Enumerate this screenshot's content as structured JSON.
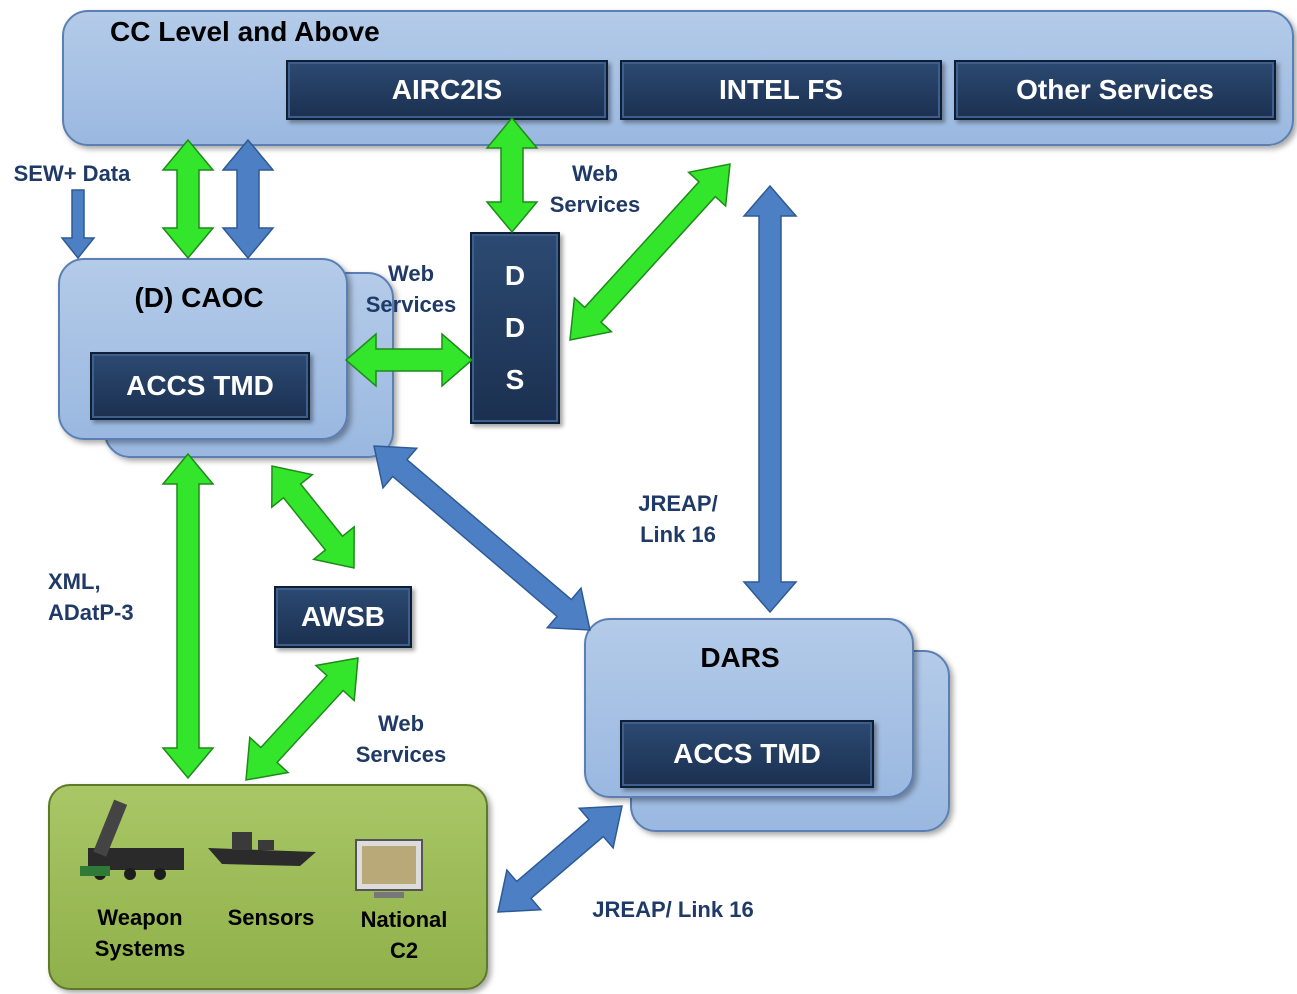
{
  "top": {
    "title": "CC Level and Above",
    "services": [
      "AIRC2IS",
      "INTEL FS",
      "Other Services"
    ]
  },
  "caoc": {
    "title": "(D) CAOC",
    "inner": "ACCS TMD"
  },
  "dds": {
    "letters": [
      "D",
      "D",
      "S"
    ]
  },
  "dars": {
    "title": "DARS",
    "inner": "ACCS TMD"
  },
  "awsb": {
    "label": "AWSB"
  },
  "bottom": {
    "items": [
      "Weapon Systems",
      "Sensors",
      "National C2"
    ]
  },
  "labels": {
    "sew": "SEW+ Data",
    "web1": "Web Services",
    "web2": "Web Services",
    "web3": "Web Services",
    "xml": "XML, ADatP-3",
    "jreap1": "JREAP/ Link 16",
    "jreap2": "JREAP/ Link 16"
  },
  "colors": {
    "green_arrow": "#33e62b",
    "blue_arrow": "#4d7fc4",
    "panel": "#a8c2e6",
    "dark_box": "#1f3a5f",
    "bottom_panel": "#9bbb59"
  }
}
